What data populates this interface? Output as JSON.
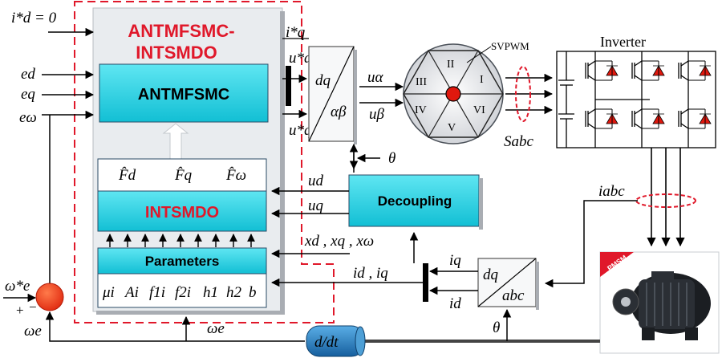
{
  "controller": {
    "title_line1": "ANTMFSMC-",
    "title_line2": "INTSMDO",
    "smc_block": "ANTMFSMC",
    "observer_block": "INTSMDO",
    "parameters_block": "Parameters",
    "fhat_d": "F̂d",
    "fhat_q": "F̂q",
    "fhat_w": "F̂ω",
    "param_symbols": [
      "μi",
      "Ai",
      "f1i",
      "f2i",
      "h1",
      "h2",
      "b"
    ]
  },
  "inputs": {
    "id_ref": "i*d = 0",
    "ed": "ed",
    "eq": "eq",
    "ew": "eω"
  },
  "outputs": {
    "iq_ref": "i*q",
    "ud_ref": "u*d",
    "uq_ref": "u*q"
  },
  "transform1": {
    "top": "dq",
    "bottom": "αβ"
  },
  "transform2": {
    "top": "dq",
    "bottom": "abc"
  },
  "signals": {
    "u_alpha": "uα",
    "u_beta": "uβ",
    "theta": "θ",
    "theta2": "θ",
    "ud": "ud",
    "uq": "uq",
    "xd_xq_xw": "xd , xq , xω",
    "id_iq": "id , iq",
    "iq": "iq",
    "id": "id",
    "iabc": "iabc",
    "sabc": "Sabc",
    "omega_e": "ωe",
    "omega_e_ref": "ω*e",
    "omega_e_fb": "ωe",
    "plus": "+",
    "minus": "−"
  },
  "svpwm": {
    "label": "SVPWM",
    "sectors": [
      "I",
      "II",
      "III",
      "IV",
      "V",
      "VI"
    ]
  },
  "inverter": {
    "label": "Inverter"
  },
  "decoupling": {
    "label": "Decoupling"
  },
  "derivative": {
    "label": "d/dt"
  },
  "motor": {
    "badge": "PMSM"
  },
  "colors": {
    "cyan_block": "#22d3e6",
    "red_dash": "#e0182a",
    "panel_gray": "#e9ecef",
    "derivative_blue": "#1e6fb0"
  }
}
